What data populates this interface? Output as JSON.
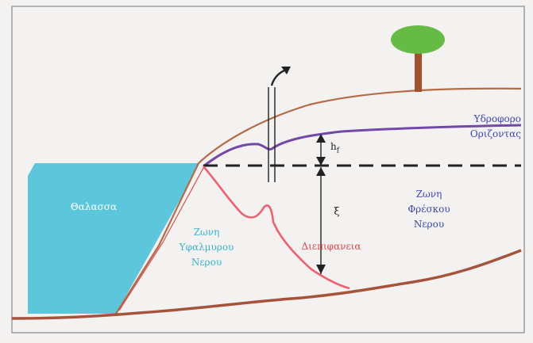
{
  "labels": {
    "sea": "Θαλασσα",
    "saltwater_zone": [
      "Ζωνη",
      "Υφαλμυρου",
      "Νερου"
    ],
    "freshwater_zone": [
      "Ζωνη",
      "Φρέσκου",
      "Νερου"
    ],
    "interface": "Διεπιφανεια",
    "water_table": [
      "Υδροφορο",
      "Οριζοντας"
    ],
    "xi": "ξ",
    "hf_main": "h",
    "hf_sub": "f"
  },
  "colors": {
    "background": "#f4f2f0",
    "sea": "#5cc7dc",
    "ground_line": "#b56a48",
    "interface": "#f06070",
    "water_table": "#7348a8",
    "tree_canopy": "#66bb44",
    "tree_trunk": "#a0522d",
    "frame": "#888888"
  }
}
